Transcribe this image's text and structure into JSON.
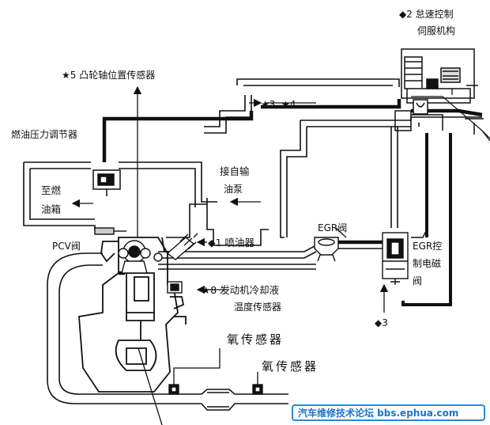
{
  "diagram": {
    "labels": {
      "idle_servo": "◆2 怠速控制伺服机构",
      "cam_sensor": "★5 凸轮轴位置传感器",
      "star34": "★3, ★4",
      "fuel_regulator": "燃油压力调节器",
      "from_pump": "接自输油泵",
      "to_tank": "至燃油箱",
      "pcv_valve": "PCV阀",
      "injector": "◆1 喷油器",
      "egr_valve": "EGR阀",
      "egr_solenoid": "EGR控制电磁阀",
      "coolant_sensor": "★8 发动机冷却液温度传感器",
      "diamond3": "◆3",
      "o2_sensor_1": "氧传感器",
      "o2_sensor_2": "氧传感器"
    },
    "watermark": "汽车维修技术论坛 bbs.ephua.com"
  }
}
